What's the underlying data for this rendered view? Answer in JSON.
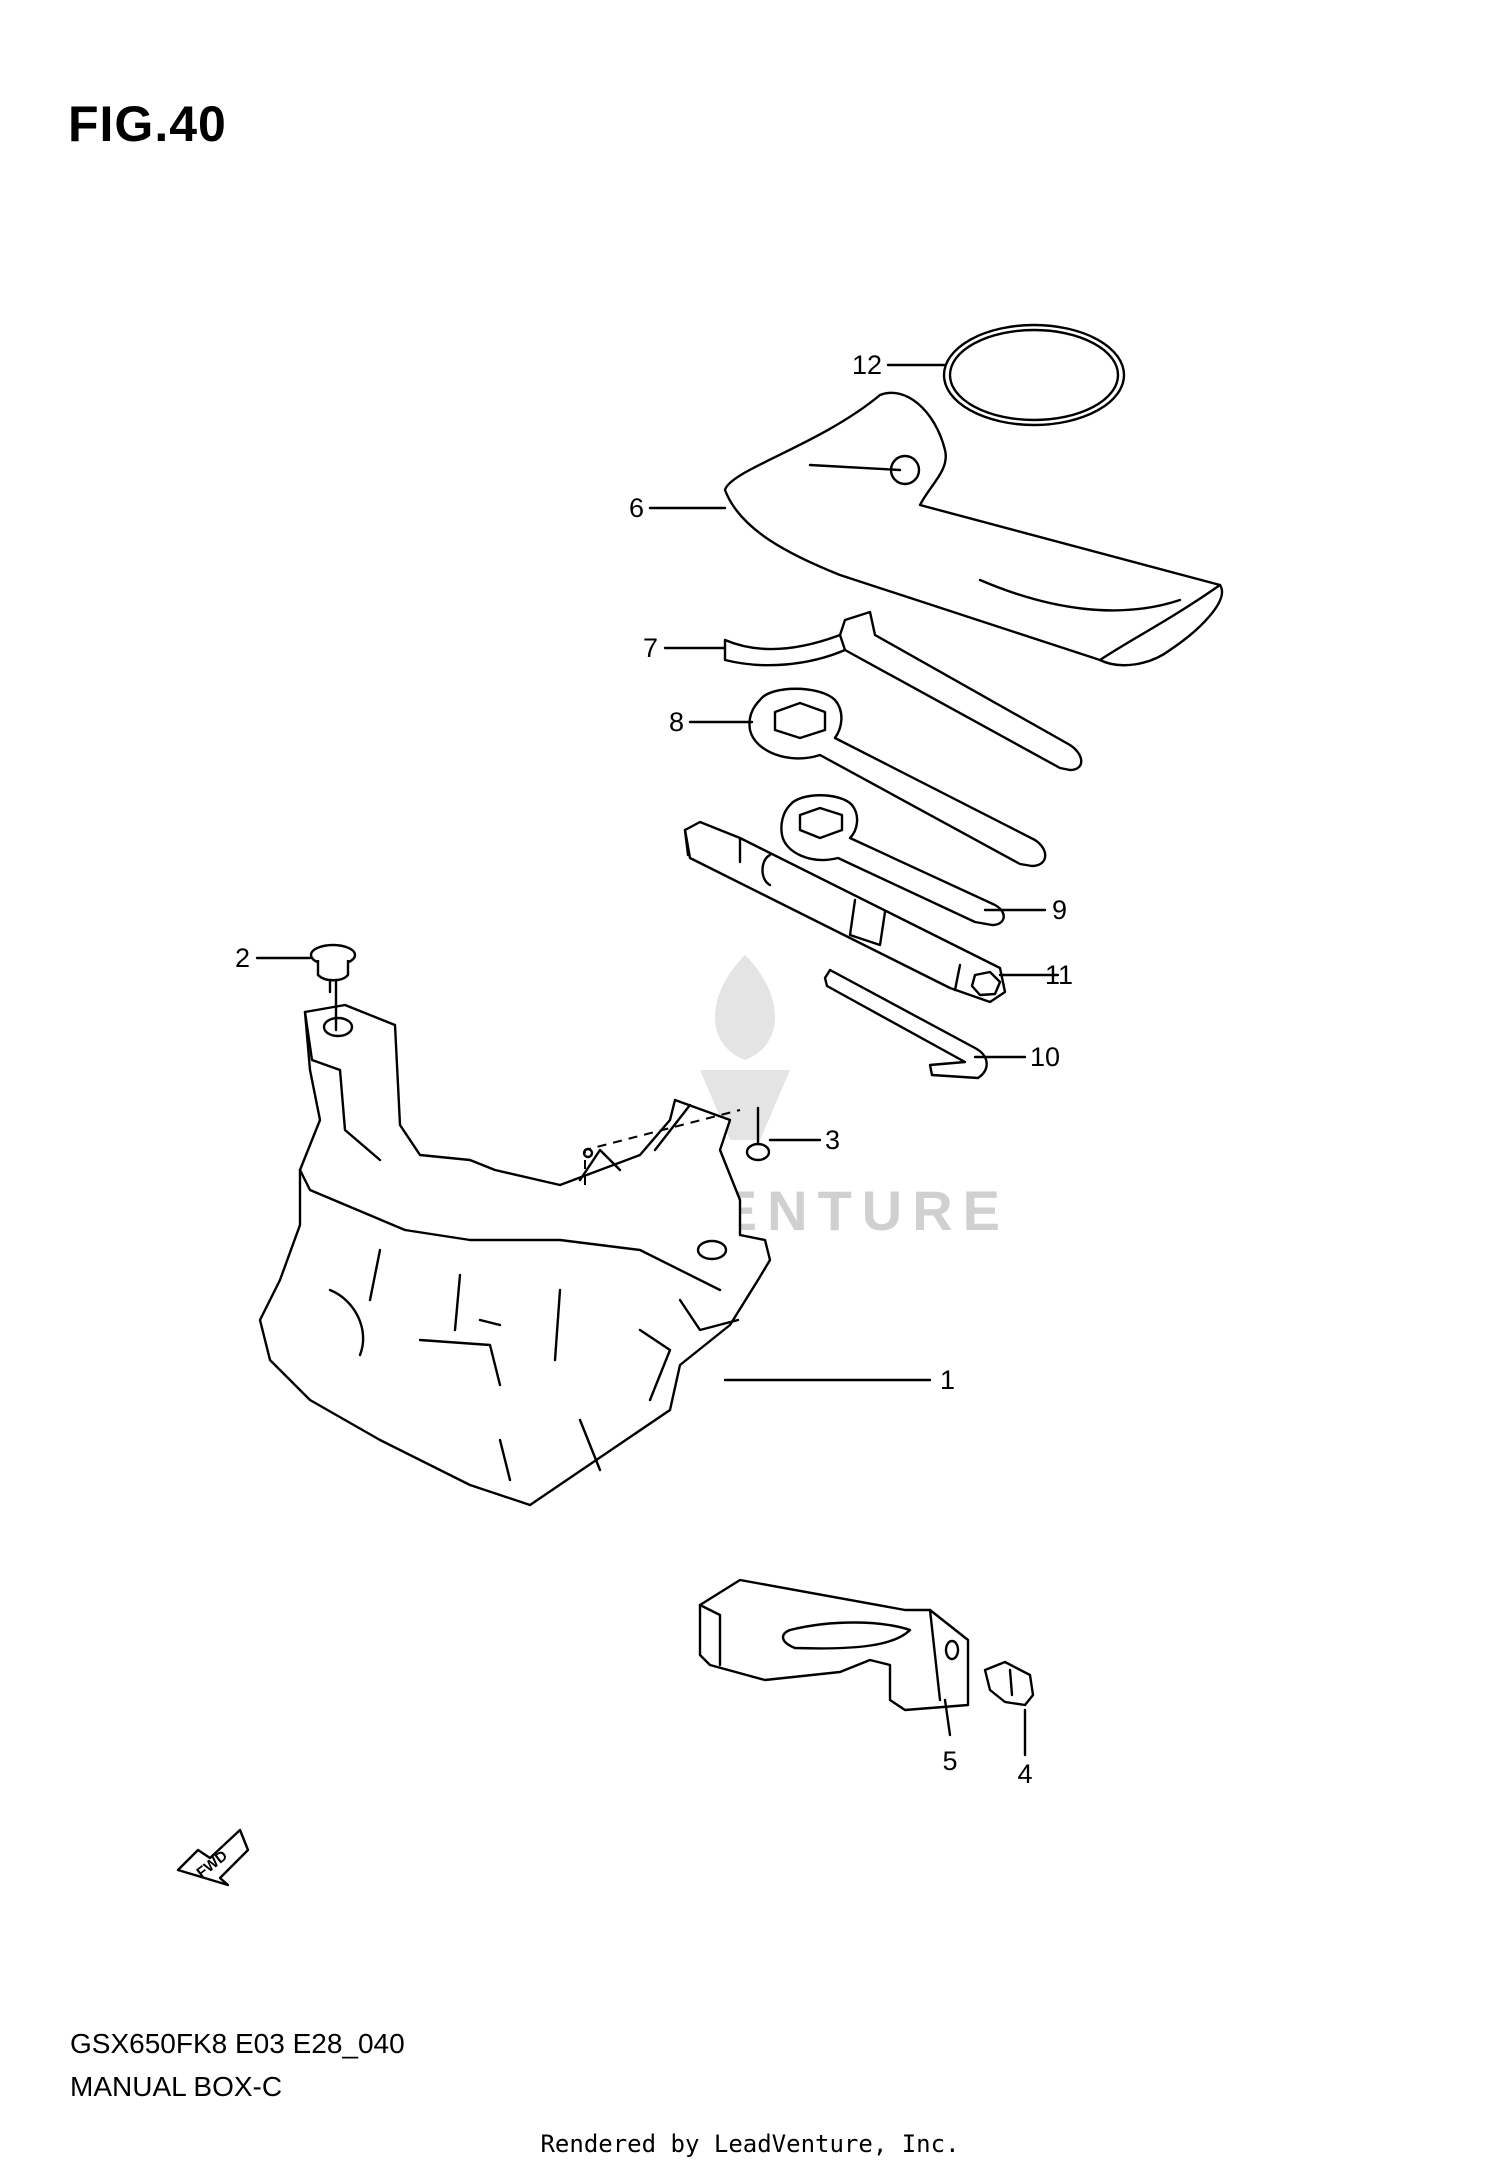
{
  "figure": {
    "title": "FIG.40",
    "model_code": "GSX650FK8 E03 E28_040",
    "section_name": "MANUAL BOX-C",
    "rendered_by": "Rendered by LeadVenture, Inc.",
    "watermark": "LEADVENTURE",
    "fwd_label": "FWD"
  },
  "callouts": {
    "c1": "1",
    "c2": "2",
    "c3": "3",
    "c4": "4",
    "c5": "5",
    "c6": "6",
    "c7": "7",
    "c8": "8",
    "c9": "9",
    "c10": "10",
    "c11": "11",
    "c12": "12"
  },
  "icons": [
    "fwd-arrow-icon",
    "leadventure-logo-icon"
  ]
}
